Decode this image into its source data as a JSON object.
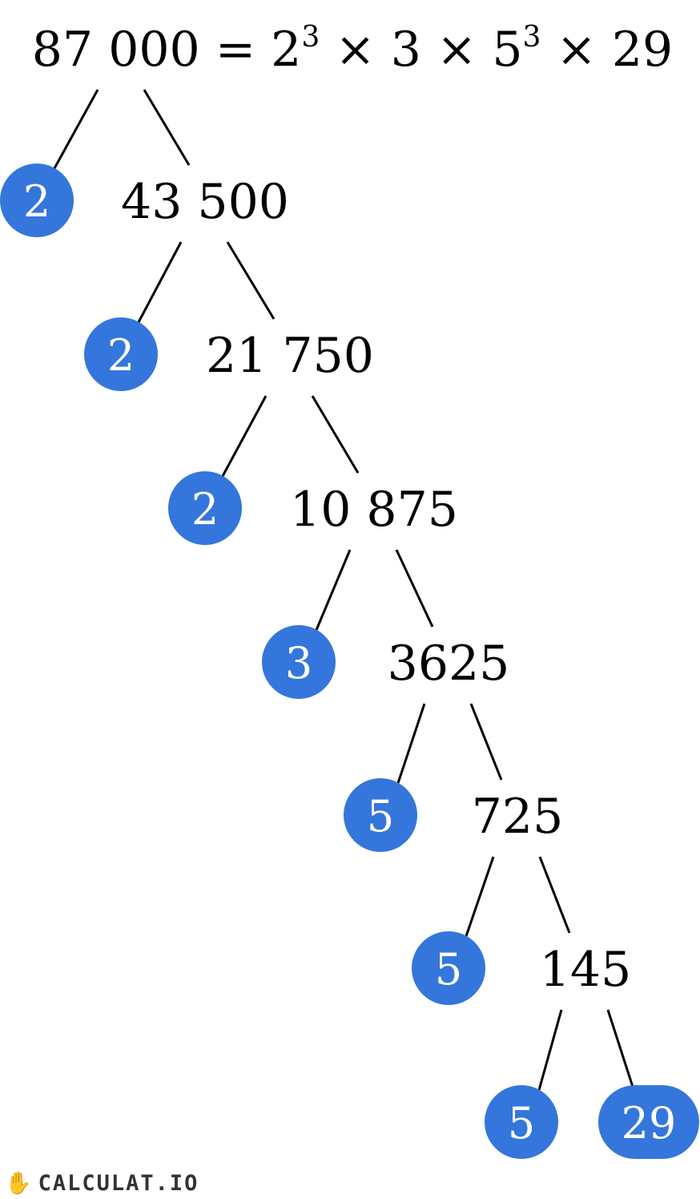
{
  "title": {
    "number": "87 000",
    "equals": "=",
    "b1": "2",
    "e1": "3",
    "times": "×",
    "b2": "3",
    "b3": "5",
    "e3": "3",
    "b4": "29"
  },
  "composites": [
    "43 500",
    "21 750",
    "10 875",
    "3625",
    "725",
    "145"
  ],
  "factors": [
    "2",
    "2",
    "2",
    "3",
    "5",
    "5",
    "5",
    "29"
  ],
  "colors": {
    "factor": "#3476DB"
  },
  "logo": {
    "text": "CALCULAT.IO"
  }
}
